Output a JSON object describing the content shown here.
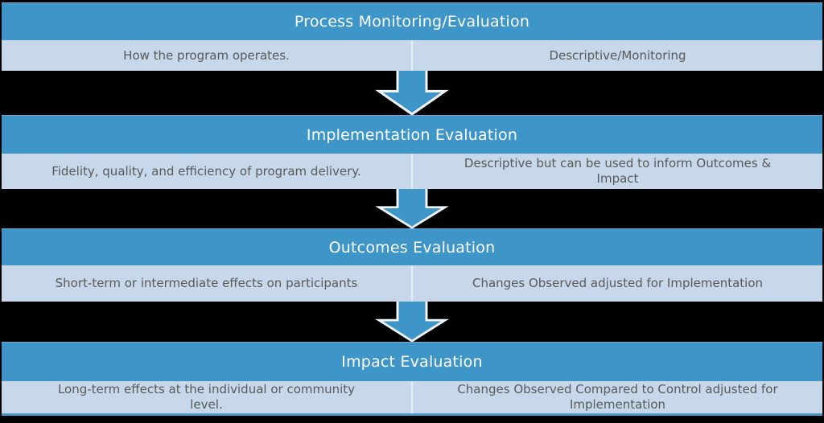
{
  "colors": {
    "background": "#000000",
    "header_blue": "#3E95C7",
    "row_light_blue": "#C6D8E9",
    "row_text_gray": "#595959",
    "header_text": "#FFFFFF",
    "arrow_fill": "#3E95C7",
    "arrow_outline": "#EFF5FA",
    "column_divider": "#E9F1F8",
    "bottom_line_blue": "#4D9BCB"
  },
  "sections": [
    {
      "title": "Process Monitoring/Evaluation",
      "left": "How the program operates.",
      "right": "Descriptive/Monitoring"
    },
    {
      "title": "Implementation Evaluation",
      "left": "Fidelity, quality, and efficiency of program delivery.",
      "right": "Descriptive but can be used to inform Outcomes & Impact"
    },
    {
      "title": "Outcomes Evaluation",
      "left": "Short-term or intermediate effects on participants",
      "right": "Changes Observed adjusted for Implementation"
    },
    {
      "title": "Impact Evaluation",
      "left": "Long-term effects at the individual or community level.",
      "right": "Changes Observed Compared to Control adjusted for Implementation"
    }
  ],
  "arrows": [
    {
      "name": "down-arrow"
    },
    {
      "name": "down-arrow"
    },
    {
      "name": "down-arrow"
    }
  ]
}
